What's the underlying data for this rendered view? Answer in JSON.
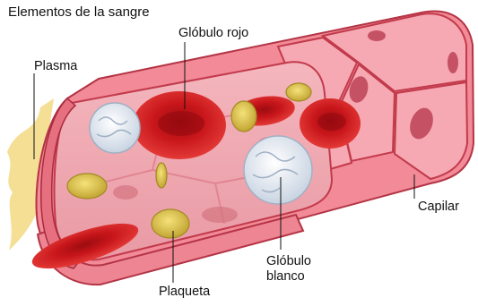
{
  "title": "Elementos de la sangre",
  "labels": {
    "plasma": "Plasma",
    "red_cell": "Glóbulo rojo",
    "capillary": "Capilar",
    "white_cell_line1": "Glóbulo",
    "white_cell_line2": "blanco",
    "platelet": "Plaqueta"
  },
  "colors": {
    "vessel_outer": "#f28a97",
    "vessel_cells": "#f6a9b2",
    "vessel_edge": "#c23a4c",
    "red_cell": "#d51f23",
    "white_cell": "#e8eef6",
    "platelet": "#d8c04a",
    "plasma": "#f3dc8a"
  }
}
